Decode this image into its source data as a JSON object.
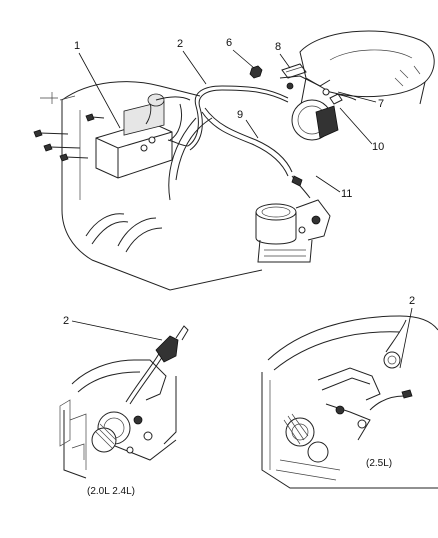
{
  "callouts": {
    "c1": "1",
    "c2_top": "2",
    "c6": "6",
    "c8": "8",
    "c7": "7",
    "c9": "9",
    "c10": "10",
    "c11": "11",
    "c2_left": "2",
    "c2_right": "2"
  },
  "captions": {
    "engine_left": "(2.0L  2.4L)",
    "engine_right": "(2.5L)"
  }
}
